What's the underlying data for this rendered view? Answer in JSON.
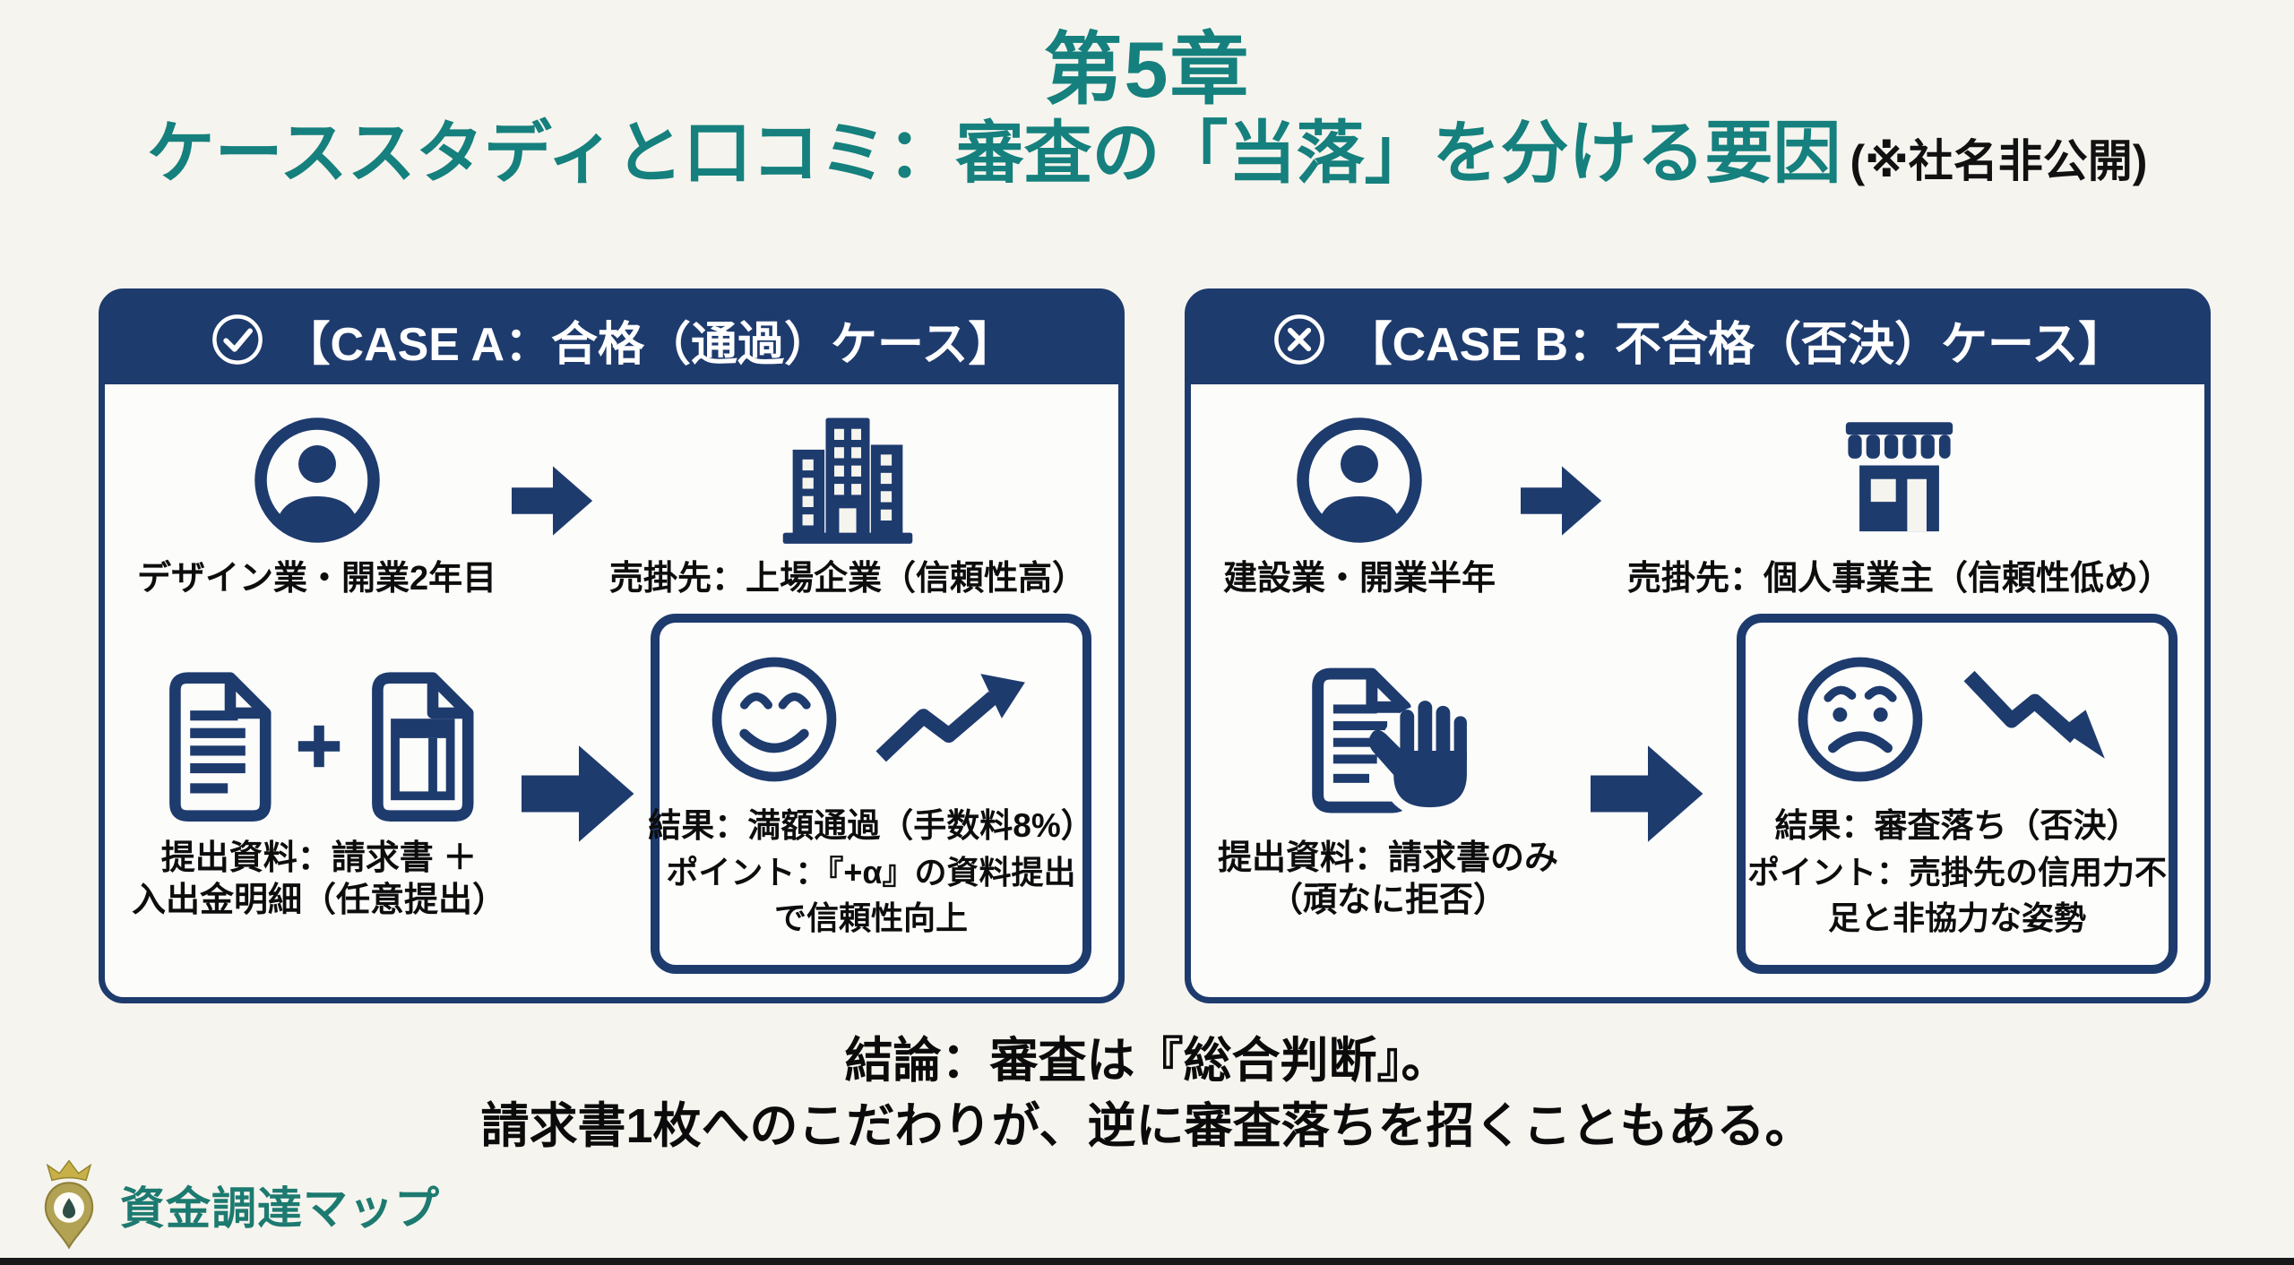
{
  "page": {
    "title": "第5章",
    "subtitle": "ケーススタディと口コミ：審査の「当落」を分ける要因",
    "subtitle_note": "(※社名非公開)",
    "conclusion_line1": "結論：審査は『総合判断』。",
    "conclusion_line2": "請求書1枚へのこだわりが、逆に審査落ちを招くこともある。",
    "brand": "資金調達マップ"
  },
  "colors": {
    "teal": "#15807d",
    "navy": "#1e3b6e",
    "text": "#0d0d0d",
    "background": "#f6f4ee",
    "gold": "#c7b047",
    "brand_teal": "#1d7a70"
  },
  "icons": {
    "case_a_header": "check-circle",
    "case_b_header": "x-circle",
    "applicant": "person-circle",
    "client_a": "office-building",
    "client_b": "storefront",
    "documents_a": "document-lines + plus + document-invoice",
    "documents_b": "document-hand-stop",
    "result_a": "smiley-face + trend-up-arrow",
    "result_b": "worried-face + trend-down-arrow",
    "flow": "block-arrow-right",
    "brand": "crown-map-pin"
  },
  "case_a": {
    "header": "【CASE A：合格（通過）ケース】",
    "applicant": "デザイン業・開業2年目",
    "client": "売掛先：上場企業（信頼性高）",
    "documents_line1": "提出資料：請求書 ＋",
    "documents_line2": "入出金明細（任意提出）",
    "result_line1": "結果：満額通過（手数料8%）",
    "point_line1": "ポイント：『+α』の資料提出",
    "point_line2": "で信頼性向上"
  },
  "case_b": {
    "header": "【CASE B：不合格（否決）ケース】",
    "applicant": "建設業・開業半年",
    "client": "売掛先：個人事業主（信頼性低め）",
    "documents_line1": "提出資料：請求書のみ",
    "documents_line2": "（頑なに拒否）",
    "result_line1": "結果：審査落ち（否決）",
    "point_line1": "ポイント：売掛先の信用力不",
    "point_line2": "足と非協力な姿勢"
  }
}
